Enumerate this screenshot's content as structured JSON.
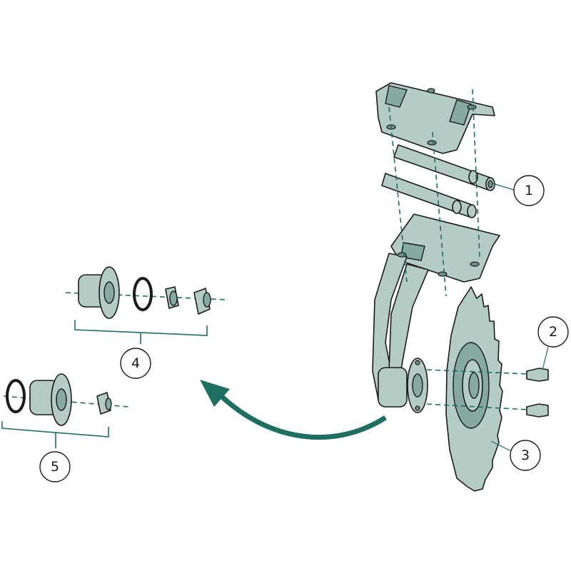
{
  "callouts": {
    "c1": "1",
    "c2": "2",
    "c3": "3",
    "c4": "4",
    "c5": "5"
  },
  "colors": {
    "part_fill": "#b5cbc6",
    "accent": "#1f6e60",
    "arrow": "#1e6e62"
  }
}
